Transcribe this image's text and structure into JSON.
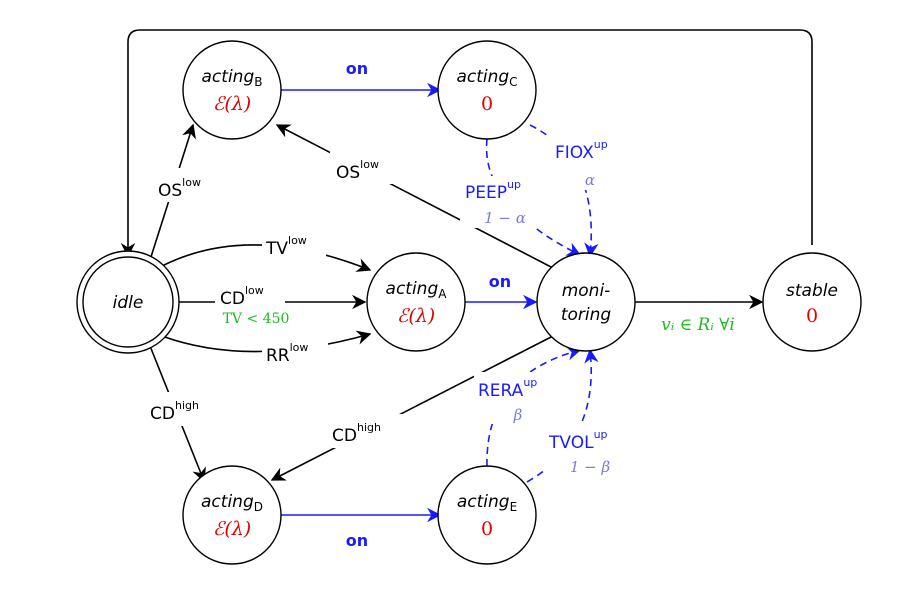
{
  "states": {
    "idle": {
      "name": "idle"
    },
    "actingB": {
      "name": "acting",
      "sub": "B",
      "value": "ℰ(λ)"
    },
    "actingC": {
      "name": "acting",
      "sub": "C",
      "value": "0"
    },
    "actingA": {
      "name": "acting",
      "sub": "A",
      "value": "ℰ(λ)"
    },
    "monitoring": {
      "name_line1": "moni-",
      "name_line2": "toring"
    },
    "stable": {
      "name": "stable",
      "value": "0"
    },
    "actingD": {
      "name": "acting",
      "sub": "D",
      "value": "ℰ(λ)"
    },
    "actingE": {
      "name": "acting",
      "sub": "E",
      "value": "0"
    }
  },
  "transitions": {
    "os_low": {
      "base": "OS",
      "sup": "low"
    },
    "tv_low": {
      "base": "TV",
      "sup": "low"
    },
    "cd_low": {
      "base": "CD",
      "sup": "low"
    },
    "tv_guard": "TV < 450",
    "rr_low": {
      "base": "RR",
      "sup": "low"
    },
    "cd_high": {
      "base": "CD",
      "sup": "high"
    },
    "on": "on",
    "peep_up": {
      "base": "PEEP",
      "sup": "up",
      "prob": "1 − α"
    },
    "fiox_up": {
      "base": "FIOX",
      "sup": "up",
      "prob": "α"
    },
    "rera_up": {
      "base": "RERA",
      "sup": "up",
      "prob": "β"
    },
    "tvol_up": {
      "base": "TVOL",
      "sup": "up",
      "prob": "1 − β"
    },
    "stable_guard": "vᵢ ∈ Rᵢ ∀i"
  },
  "colors": {
    "accent_blue": "#1a1aff",
    "value_red": "#e00000",
    "guard_green": "#22bb22",
    "prob_lavender": "#7b7bd6"
  }
}
